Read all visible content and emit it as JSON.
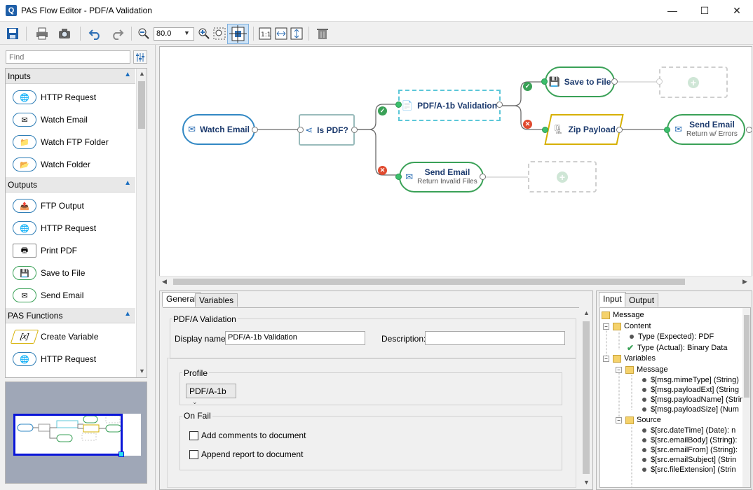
{
  "window": {
    "title": "PAS Flow Editor - PDF/A Validation",
    "app_icon": "Q",
    "minimize": "—",
    "maximize": "☐",
    "close": "✕"
  },
  "toolbar": {
    "zoom_value": "80.0",
    "icons": [
      "save-icon",
      "print-icon",
      "camera-icon",
      "undo-icon",
      "redo-icon",
      "zoom-out-icon",
      "zoom-in-icon",
      "zoom-select-icon",
      "fit-page-icon",
      "actual-size-icon",
      "fit-width-icon",
      "fit-height-icon",
      "delete-icon"
    ]
  },
  "palette": {
    "find_placeholder": "Find",
    "sections": [
      {
        "title": "Inputs",
        "items": [
          "HTTP Request",
          "Watch Email",
          "Watch FTP Folder",
          "Watch Folder"
        ]
      },
      {
        "title": "Outputs",
        "items": [
          "FTP Output",
          "HTTP Request",
          "Print PDF",
          "Save to File",
          "Send Email"
        ]
      },
      {
        "title": "PAS Functions",
        "items": [
          "Create Variable",
          "HTTP Request"
        ]
      }
    ]
  },
  "flow": {
    "nodes": {
      "watch_email": "Watch Email",
      "is_pdf": "Is PDF?",
      "pdfa_validation": "PDF/A-1b Validation",
      "save_to_file": "Save to File",
      "zip_payload": "Zip Payload",
      "send_email_errors_title": "Send Email",
      "send_email_errors_sub": "Return w/ Errors",
      "send_email_invalid_title": "Send Email",
      "send_email_invalid_sub": "Return Invalid Files"
    },
    "plus": "+"
  },
  "props": {
    "tabs": [
      "General",
      "Variables"
    ],
    "group_title": "PDF/A Validation",
    "display_name_label": "Display name:",
    "display_name_value": "PDF/A-1b Validation",
    "description_label": "Description:",
    "description_value": "",
    "profile_label": "Profile",
    "profile_value": "PDF/A-1b",
    "on_fail_label": "On Fail",
    "opt_add_comments": "Add comments to document",
    "opt_append_report": "Append report to document"
  },
  "data_panel": {
    "tabs": [
      "Input",
      "Output"
    ],
    "tree": {
      "message": "Message",
      "content": "Content",
      "type_expected": "Type (Expected): PDF",
      "type_actual": "Type (Actual): Binary Data",
      "variables": "Variables",
      "var_message": "Message",
      "mime": "$[msg.mimeType] (String)",
      "payload_ext": "$[msg.payloadExt] (String",
      "payload_name": "$[msg.payloadName] (String",
      "payload_size": "$[msg.payloadSize] (Num",
      "source": "Source",
      "date_time": "$[src.dateTime] (Date): n",
      "email_body": "$[src.emailBody] (String):",
      "email_from": "$[src.emailFrom] (String):",
      "email_subject": "$[src.emailSubject] (Strin",
      "file_ext": "$[src.fileExtension] (Strin"
    }
  },
  "colors": {
    "accent": "#3288c4",
    "success": "#3aa157",
    "error": "#e04a2f",
    "selection": "#5cc7d8",
    "zip": "#d6b000"
  }
}
